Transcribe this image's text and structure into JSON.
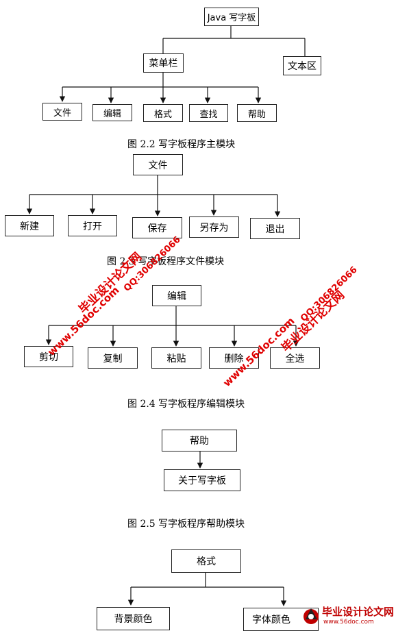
{
  "diagram_main": {
    "root": "Java 写字板",
    "menubar": "菜单栏",
    "textarea": "文本区",
    "items": [
      "文件",
      "编辑",
      "格式",
      "查找",
      "帮助"
    ],
    "caption": "图 2.2   写字板程序主模块"
  },
  "diagram_file": {
    "root": "文件",
    "items": [
      "新建",
      "打开",
      "保存",
      "另存为",
      "退出"
    ],
    "caption": "图 2.3   写字板程序文件模块"
  },
  "diagram_edit": {
    "root": "编辑",
    "items": [
      "剪切",
      "复制",
      "粘贴",
      "删除",
      "全选"
    ],
    "caption": "图 2.4   写字板程序编辑模块"
  },
  "diagram_help": {
    "root": "帮助",
    "items": [
      "关于写字板"
    ],
    "caption": "图 2.5   写字板程序帮助模块"
  },
  "diagram_format": {
    "root": "格式",
    "items": [
      "背景颜色",
      "字体颜色"
    ]
  },
  "watermarks": {
    "site_cn": "毕业设计论文网",
    "url": "www.56doc.com",
    "qq": "QQ:306826066",
    "color": "#e00000"
  },
  "logo": {
    "title": "毕业设计论文网",
    "url": "www.56doc.com"
  }
}
